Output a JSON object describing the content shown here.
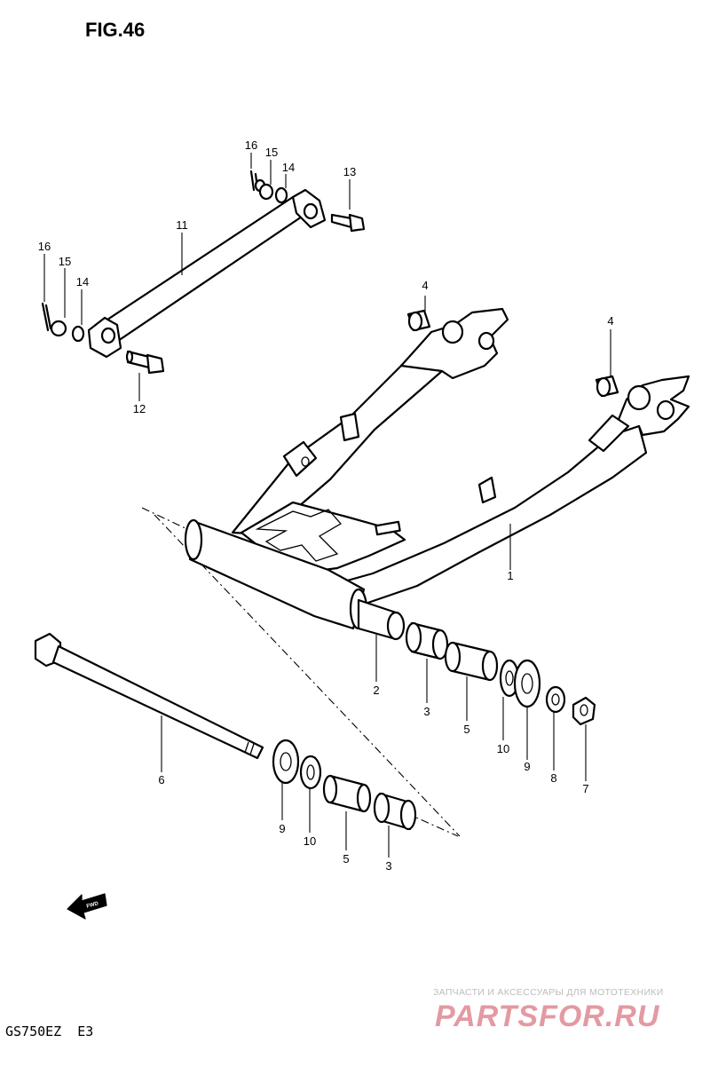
{
  "figure": {
    "title": "FIG.46",
    "model_code": "GS750EZ  E3",
    "direction_label": "FWD"
  },
  "watermark": {
    "tagline": "ЗАПЧАСТИ И АКСЕССУАРЫ ДЛЯ МОТОТЕХНИКИ",
    "brand": "PARTSFOR.RU",
    "brand_color": "#e39aa2"
  },
  "callouts": {
    "swingarm": "1",
    "bushing_left": "2",
    "bearing_a": "3",
    "bearing_b": "3",
    "cap_left": "4",
    "cap_right": "4",
    "spacer_a": "5",
    "spacer_b": "5",
    "pivot_shaft": "6",
    "nut": "7",
    "washer": "8",
    "seal_a": "9",
    "seal_b": "9",
    "washer_a": "10",
    "washer_b": "10",
    "torque_rod": "11",
    "bolt_lower": "12",
    "bolt_upper": "13",
    "washer_upper": "14",
    "washer_lower": "14",
    "nut_upper": "15",
    "nut_lower": "15",
    "pin_upper": "16",
    "pin_lower": "16"
  }
}
